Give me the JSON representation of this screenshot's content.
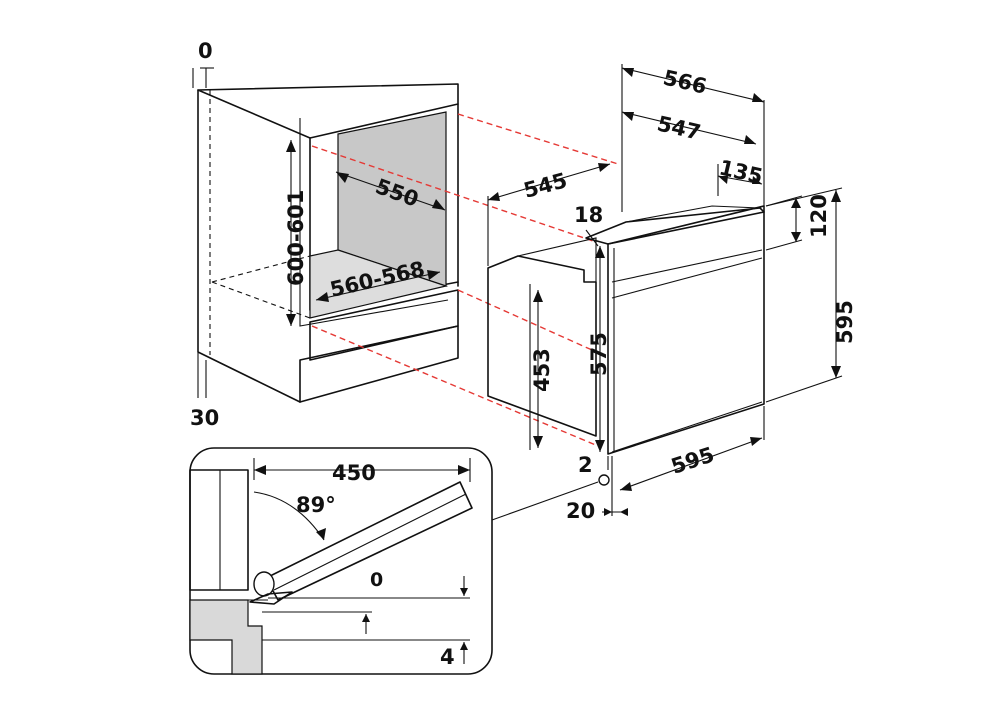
{
  "colors": {
    "line": "#111111",
    "cavity": "#c8c8c8",
    "shelf": "#dddddd",
    "guide": "#e53935",
    "hatch": "#d9d9d9"
  },
  "labels": {
    "top_clearance": "0",
    "bottom_clearance": "30",
    "niche_height": "600-601",
    "niche_depth": "550",
    "niche_width": "560-568",
    "oven_depth_total": "566",
    "oven_depth_547": "547",
    "oven_depth_135": "135",
    "oven_body_depth": "545",
    "panel_thickness": "18",
    "control_panel_height": "120",
    "front_height": "595",
    "body_height": "453",
    "door_height": "575",
    "front_width": "595",
    "gap": "2",
    "offset": "20",
    "door_reach": "450",
    "door_angle": "89°",
    "door_gap_top": "0",
    "door_gap_bottom": "4"
  }
}
